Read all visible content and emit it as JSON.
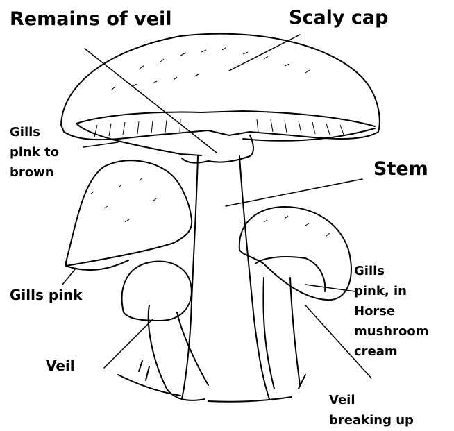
{
  "diagram": {
    "labels": {
      "remains_of_veil": "Remains of veil",
      "scaly_cap": "Scaly cap",
      "gills_pink_to_brown": [
        "Gills",
        "pink to",
        "brown"
      ],
      "stem": "Stem",
      "gills_pink": "Gills pink",
      "gills_pink_horse": [
        "Gills",
        "pink, in",
        "Horse",
        "mushroom",
        "cream"
      ],
      "veil": "Veil",
      "veil_breaking_up": [
        "Veil",
        "breaking up"
      ]
    },
    "colors": {
      "ink": "#000000",
      "background": "#ffffff"
    }
  }
}
